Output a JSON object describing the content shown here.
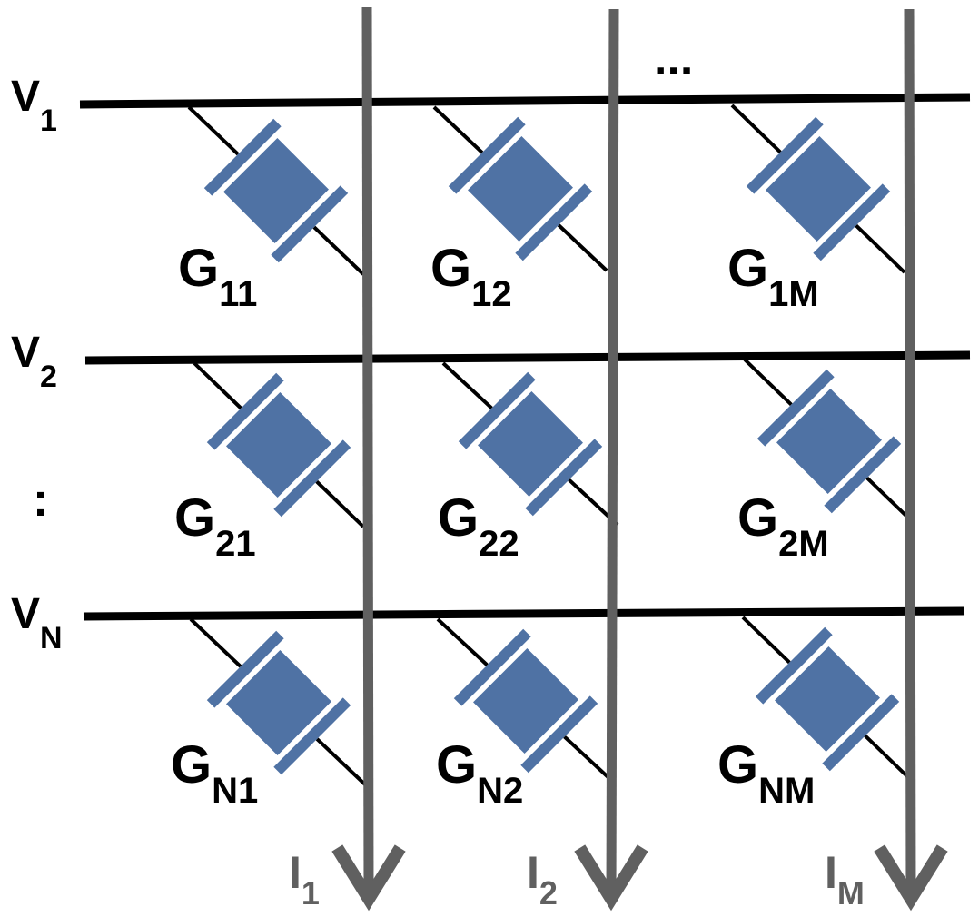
{
  "row_voltages": [
    {
      "base": "V",
      "sub": "1"
    },
    {
      "base": "V",
      "sub": "2"
    },
    {
      "base": "V",
      "sub": "N"
    }
  ],
  "column_currents": [
    {
      "base": "I",
      "sub": "1"
    },
    {
      "base": "I",
      "sub": "2"
    },
    {
      "base": "I",
      "sub": "M"
    }
  ],
  "conductances": [
    [
      {
        "base": "G",
        "sub": "11"
      },
      {
        "base": "G",
        "sub": "12"
      },
      {
        "base": "G",
        "sub": "1M"
      }
    ],
    [
      {
        "base": "G",
        "sub": "21"
      },
      {
        "base": "G",
        "sub": "22"
      },
      {
        "base": "G",
        "sub": "2M"
      }
    ],
    [
      {
        "base": "G",
        "sub": "N1"
      },
      {
        "base": "G",
        "sub": "N2"
      },
      {
        "base": "G",
        "sub": "NM"
      }
    ]
  ],
  "ellipsis_horizontal": "...",
  "ellipsis_vertical": ":",
  "colors": {
    "row_line": "#000000",
    "column_line": "#606060",
    "device_fill": "#4f72a4",
    "device_gap": "#ffffff",
    "current_label": "#606060"
  }
}
